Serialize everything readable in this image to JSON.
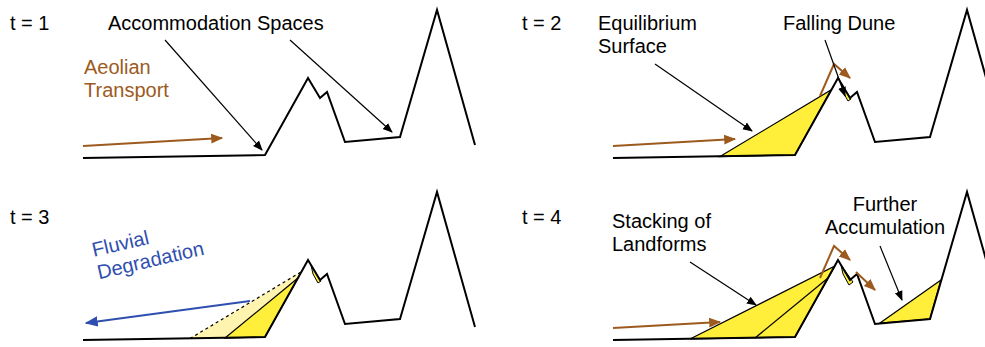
{
  "diagram": {
    "labels": [
      "t = 1",
      "Accommodation Spaces",
      "Aeolian Transport",
      "t = 2",
      "Equilibrium Surface",
      "Falling Dune",
      "t = 3",
      "Fluvial Degradation",
      "t = 4",
      "Stacking of Landforms",
      "Further Accumulation"
    ]
  }
}
